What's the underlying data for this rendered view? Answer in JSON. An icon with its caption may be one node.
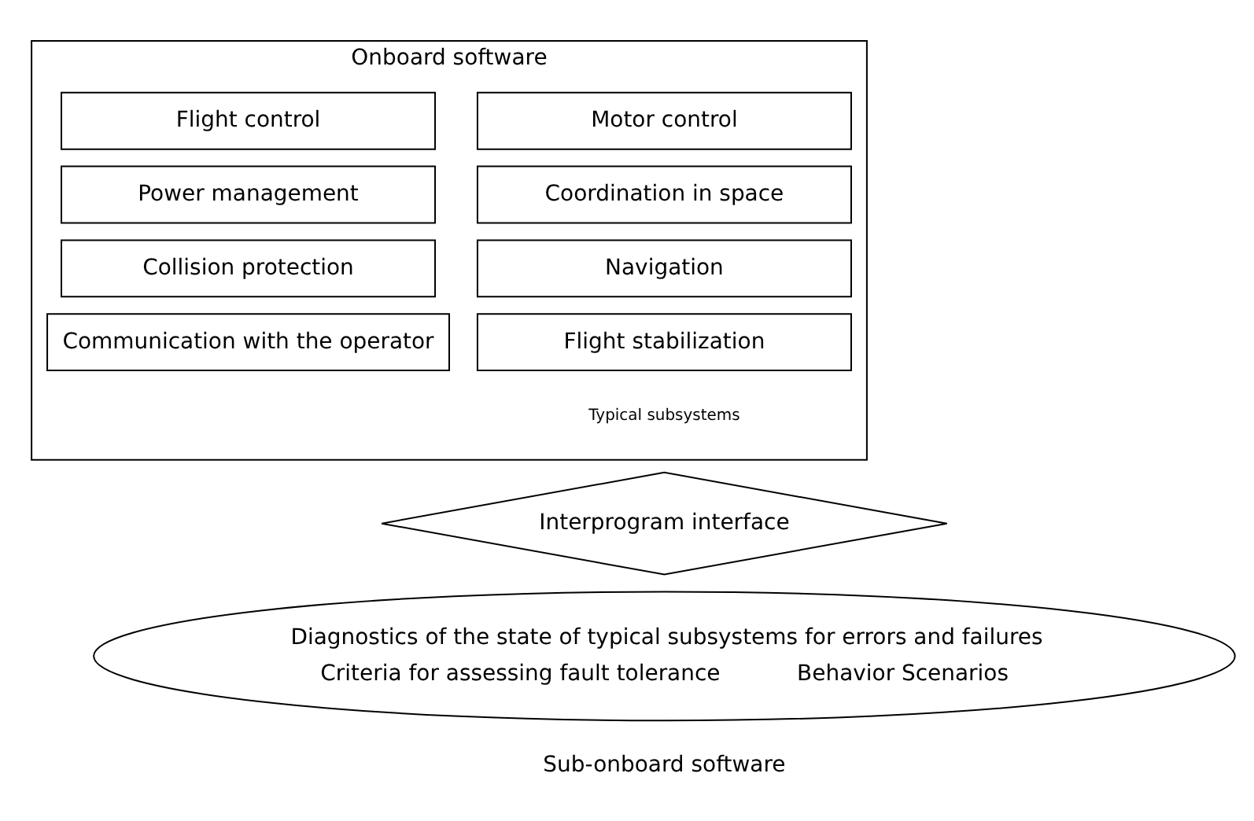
{
  "diagram": {
    "nodes": [
      {
        "text": [
          "Onboard software",
          "Typical subsystems"
        ]
      },
      {
        "text": [
          "Motor control"
        ],
        "in": 0
      },
      {
        "text": [
          "Flight control"
        ],
        "in": 0
      },
      {
        "text": [
          "Coordination in space"
        ],
        "in": 0
      },
      {
        "text": [
          "Power management"
        ],
        "in": 0
      },
      {
        "text": [
          "Navigation"
        ],
        "in": 0
      },
      {
        "text": [
          "Collision protection"
        ],
        "in": 0
      },
      {
        "text": [
          "Flight stabilization"
        ],
        "in": 0
      },
      {
        "text": [
          "Communication with the operator"
        ],
        "in": 0
      },
      {
        "text": [
          "Interprogram interface"
        ]
      },
      {
        "text": [
          "Diagnostics of the state of typical subsystems for errors and failures",
          "Criteria for assessing fault tolerance",
          "Behavior Scenarios",
          "Sub-onboard software"
        ]
      }
    ]
  }
}
